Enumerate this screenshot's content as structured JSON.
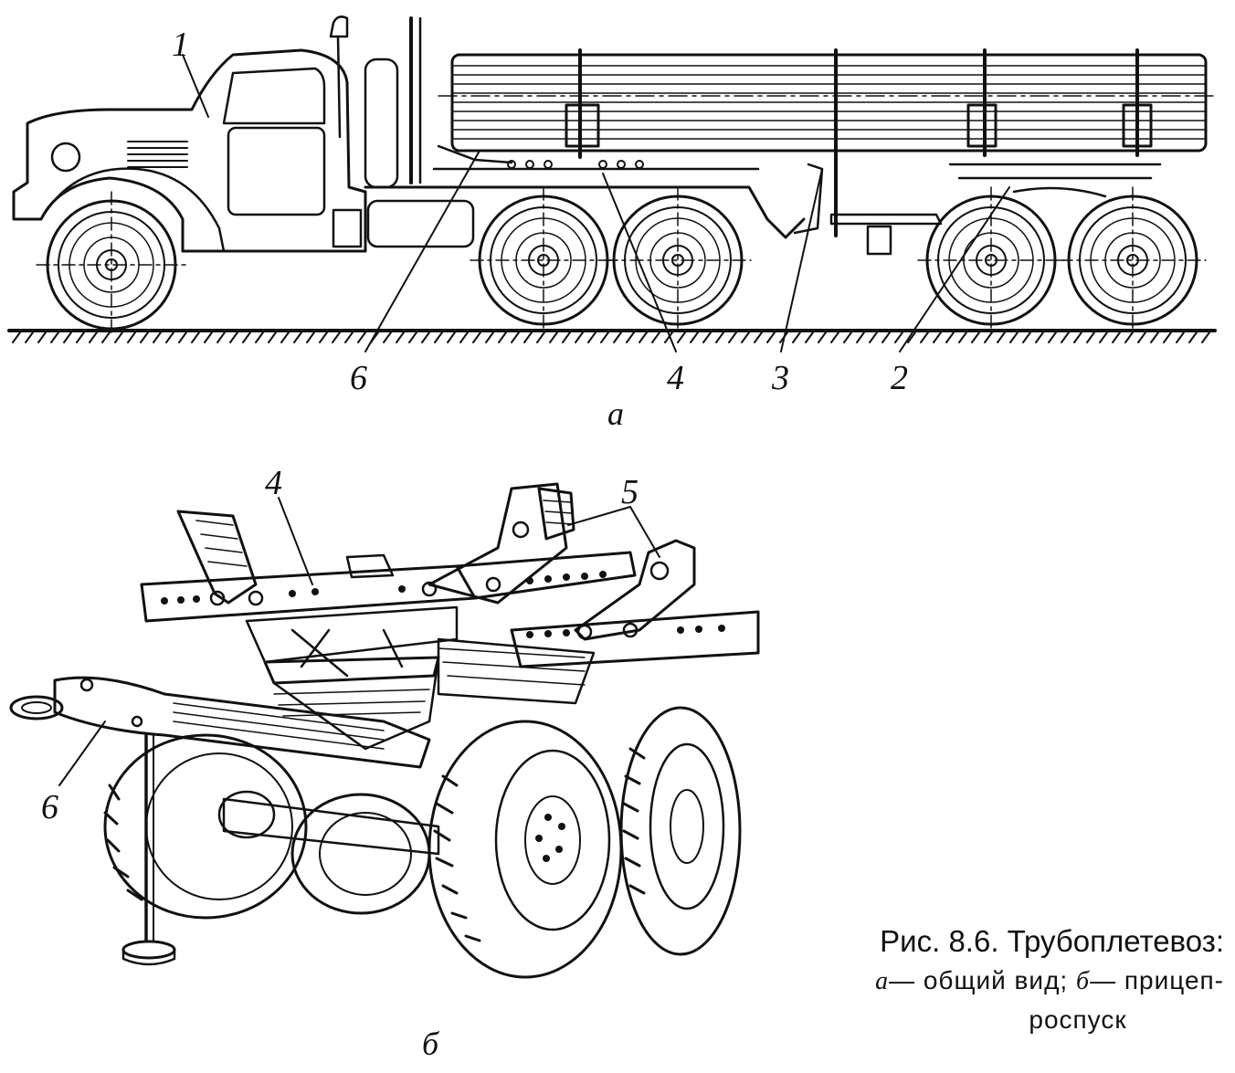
{
  "figure": {
    "part_a": {
      "marker": "а",
      "callouts": [
        "1",
        "6",
        "4",
        "3",
        "2"
      ]
    },
    "part_b": {
      "marker": "б",
      "callouts": [
        "4",
        "5",
        "6"
      ]
    },
    "caption": {
      "title": "Рис. 8.6. Трубоплетевоз:",
      "line1_a": "а",
      "line1_a_text": "— общий вид;",
      "line1_b": "б",
      "line1_b_text": "— прицеп-",
      "line2": "роспуск"
    }
  }
}
